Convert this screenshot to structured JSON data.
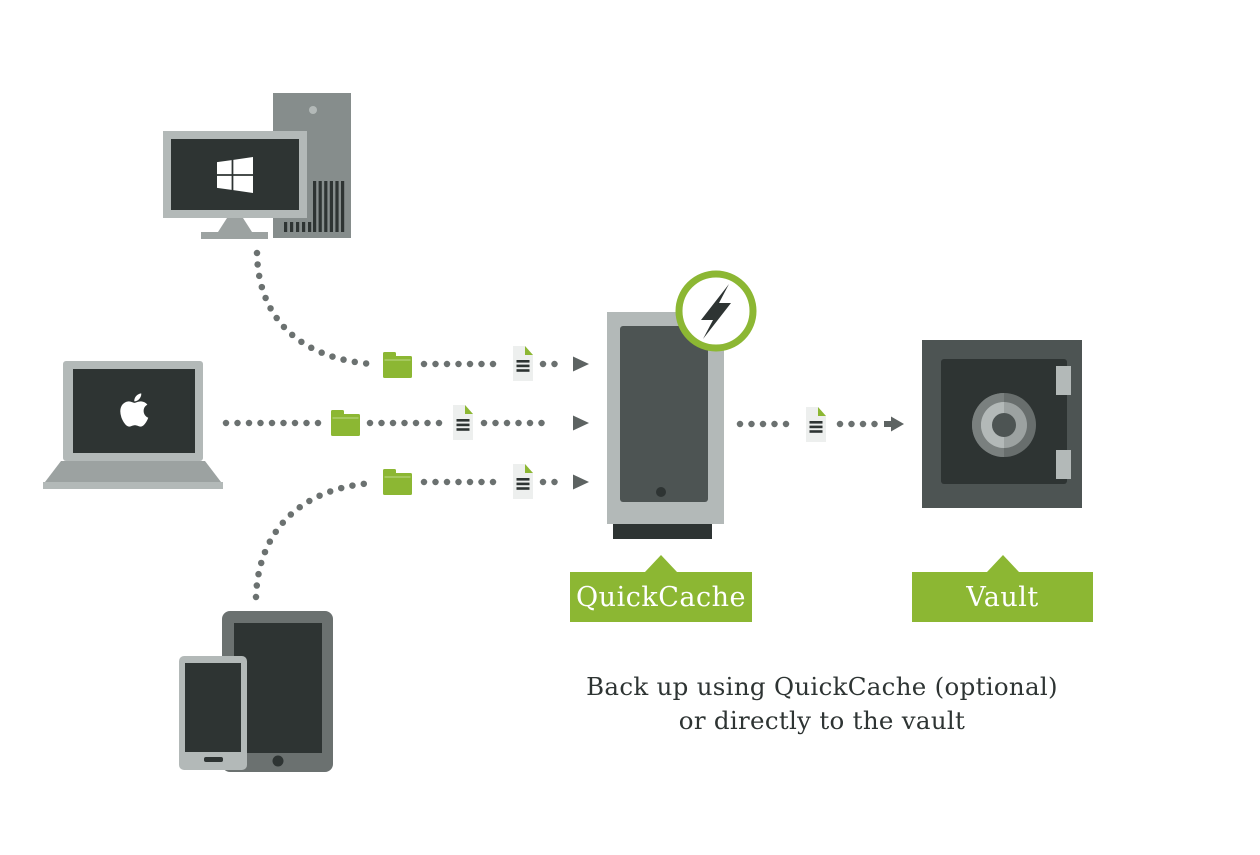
{
  "labels": {
    "quickcache": "QuickCache",
    "vault": "Vault"
  },
  "caption": {
    "line1": "Back up using QuickCache (optional)",
    "line2": "or directly to the vault"
  },
  "colors": {
    "green": "#8CB733",
    "dark": "#2E3433",
    "panel_gray": "#4D5453",
    "frame_light_gray": "#B3B9B8",
    "device_gray": "#6B7170",
    "tower_gray": "#868D8C",
    "dot_gray": "#6B7170",
    "arrow_gray": "#5D6362",
    "page_gray": "#EDEFEE",
    "label_text": "#FFFFFF"
  },
  "icons": {
    "sources": [
      "windows-desktop-icon",
      "mac-laptop-icon",
      "tablet-icon",
      "phone-icon"
    ],
    "flow": [
      "folder-icon",
      "document-icon",
      "arrow-icon",
      "dotted-path"
    ],
    "cache": [
      "quickcache-server-icon",
      "lightning-badge-icon"
    ],
    "destination": [
      "vault-safe-icon",
      "vault-dial-icon"
    ]
  }
}
